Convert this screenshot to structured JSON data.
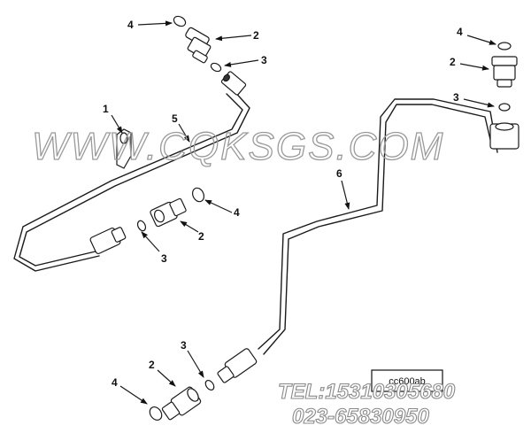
{
  "watermark": "WWW.CQKSGS.COM",
  "contact": {
    "tel": "TEL:15310305680",
    "phone": "023-65830950"
  },
  "drawing_code": "cc600ab",
  "callouts": [
    {
      "id": "c1",
      "label": "1"
    },
    {
      "id": "c2-top",
      "label": "2"
    },
    {
      "id": "c3-top",
      "label": "3"
    },
    {
      "id": "c4-top",
      "label": "4"
    },
    {
      "id": "c5",
      "label": "5"
    },
    {
      "id": "c2-mid",
      "label": "2"
    },
    {
      "id": "c3-mid",
      "label": "3"
    },
    {
      "id": "c4-mid",
      "label": "4"
    },
    {
      "id": "c6",
      "label": "6"
    },
    {
      "id": "c2-right",
      "label": "2"
    },
    {
      "id": "c3-right",
      "label": "3"
    },
    {
      "id": "c4-right",
      "label": "4"
    },
    {
      "id": "c2-bot",
      "label": "2"
    },
    {
      "id": "c3-bot",
      "label": "3"
    },
    {
      "id": "c4-bot",
      "label": "4"
    }
  ]
}
